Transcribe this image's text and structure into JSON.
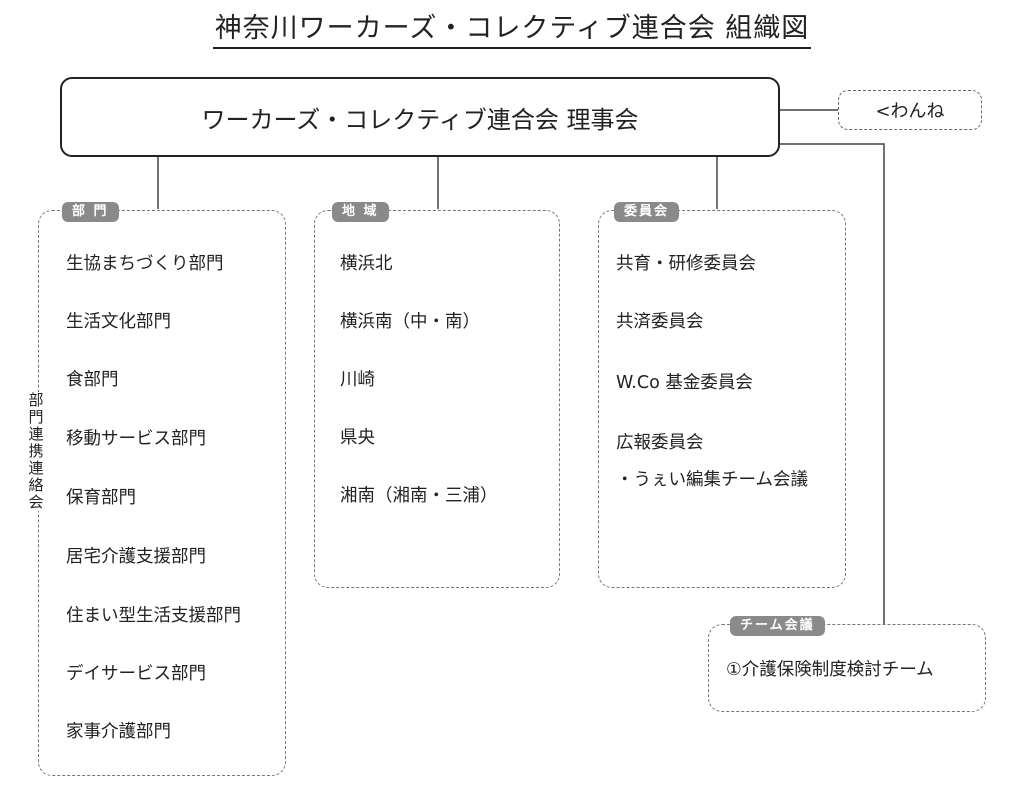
{
  "title": "神奈川ワーカーズ・コレクティブ連合会 組織図",
  "board": "ワーカーズ・コレクティブ連合会 理事会",
  "wanne": "<わんね",
  "side_label": "部門連携連絡会",
  "groups": {
    "departments": {
      "label": "部 門",
      "items": [
        "生協まちづくり部門",
        "生活文化部門",
        "食部門",
        "移動サービス部門",
        "保育部門",
        "居宅介護支援部門",
        "住まい型生活支援部門",
        "デイサービス部門",
        "家事介護部門"
      ]
    },
    "regions": {
      "label": "地 域",
      "items": [
        "横浜北",
        "横浜南（中・南）",
        "川崎",
        "県央",
        "湘南（湘南・三浦）"
      ]
    },
    "committees": {
      "label": "委員会",
      "items": [
        "共育・研修委員会",
        "共済委員会",
        "W.Co 基金委員会",
        "広報委員会",
        "・うぇい編集チーム会議"
      ]
    },
    "team": {
      "label": "チーム会議",
      "items": [
        "①介護保険制度検討チーム"
      ]
    }
  }
}
